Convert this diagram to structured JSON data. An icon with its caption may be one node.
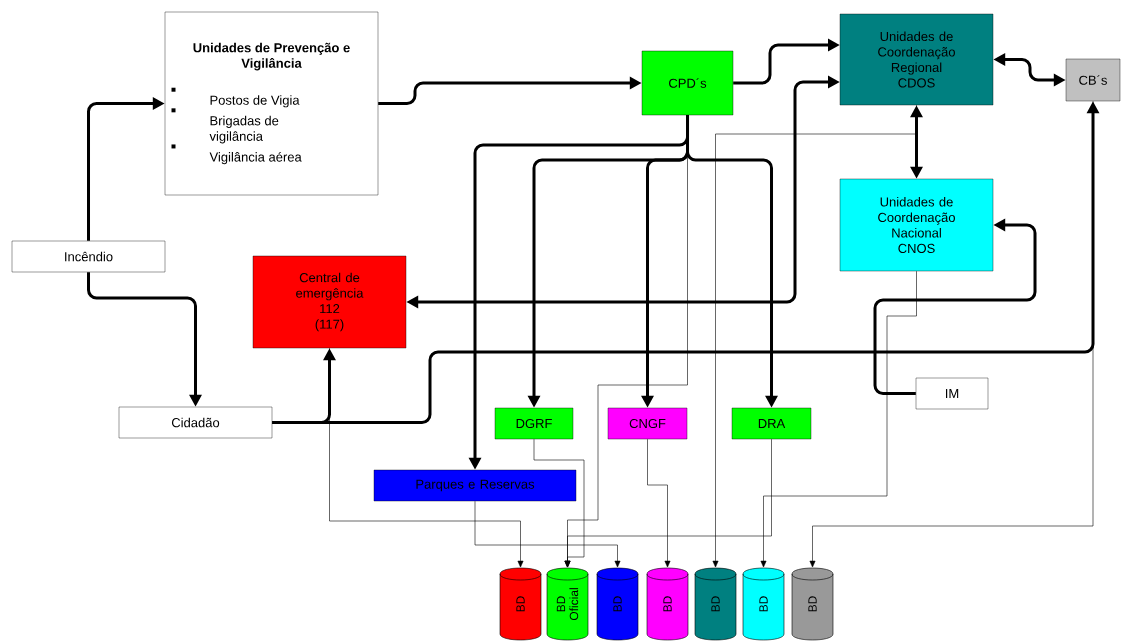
{
  "diagram": {
    "nodes": [
      {
        "text": [
          "Unidades de Prevenção e Vigilância",
          "Postos de Vigia",
          "Brigadas de vigilância",
          "Vigilância aérea"
        ]
      },
      {
        "text": [
          "CPD´s"
        ]
      },
      {
        "text": [
          "Unidades de Coordenação Regional",
          "CDOS"
        ]
      },
      {
        "text": [
          "CB´s"
        ]
      },
      {
        "text": [
          "Unidades de Coordenação Nacional",
          "CNOS"
        ]
      },
      {
        "text": [
          "Incêndio"
        ]
      },
      {
        "text": [
          "Central de emergência",
          "112",
          "(117)"
        ]
      },
      {
        "text": [
          "Cidadão"
        ]
      },
      {
        "text": [
          "IM"
        ]
      },
      {
        "text": [
          "DGRF"
        ]
      },
      {
        "text": [
          "CNGF"
        ]
      },
      {
        "text": [
          "DRA"
        ]
      },
      {
        "text": [
          "Parques e Reservas"
        ]
      },
      {
        "text": [
          "BD"
        ]
      },
      {
        "text": [
          "BD Oficial"
        ]
      },
      {
        "text": [
          "BD"
        ]
      },
      {
        "text": [
          "BD"
        ]
      },
      {
        "text": [
          "BD"
        ]
      },
      {
        "text": [
          "BD"
        ]
      },
      {
        "text": [
          "BD"
        ]
      }
    ],
    "edges": [
      {
        "from": 5,
        "to": 0,
        "arrow": "to"
      },
      {
        "from": 5,
        "to": 7,
        "arrow": "to"
      },
      {
        "from": 0,
        "to": 1,
        "arrow": "to"
      },
      {
        "from": 1,
        "to": 2,
        "arrow": "to"
      },
      {
        "from": 2,
        "to": 3,
        "arrow": "both"
      },
      {
        "from": 2,
        "to": 4,
        "arrow": "both"
      },
      {
        "from": 6,
        "to": 2,
        "arrow": "both"
      },
      {
        "from": 1,
        "to": 12,
        "arrow": "to"
      },
      {
        "from": 1,
        "to": 9,
        "arrow": "to"
      },
      {
        "from": 1,
        "to": 10,
        "arrow": "to"
      },
      {
        "from": 1,
        "to": 11,
        "arrow": "to"
      },
      {
        "from": 7,
        "to": 6,
        "arrow": "to"
      },
      {
        "from": 7,
        "to": 3,
        "arrow": "to"
      },
      {
        "from": 8,
        "to": 4,
        "arrow": "to"
      },
      {
        "from": 6,
        "to": 13,
        "arrow": "to"
      },
      {
        "from": 12,
        "to": 15,
        "arrow": "to"
      },
      {
        "from": 9,
        "to": 14,
        "arrow": "to"
      },
      {
        "from": 1,
        "to": 14,
        "arrow": "to"
      },
      {
        "from": 10,
        "to": 16,
        "arrow": "to"
      },
      {
        "from": 2,
        "to": 17,
        "arrow": "to"
      },
      {
        "from": 11,
        "to": 14,
        "arrow": "to"
      },
      {
        "from": 4,
        "to": 18,
        "arrow": "to"
      },
      {
        "from": 3,
        "to": 19,
        "arrow": "to"
      }
    ]
  }
}
